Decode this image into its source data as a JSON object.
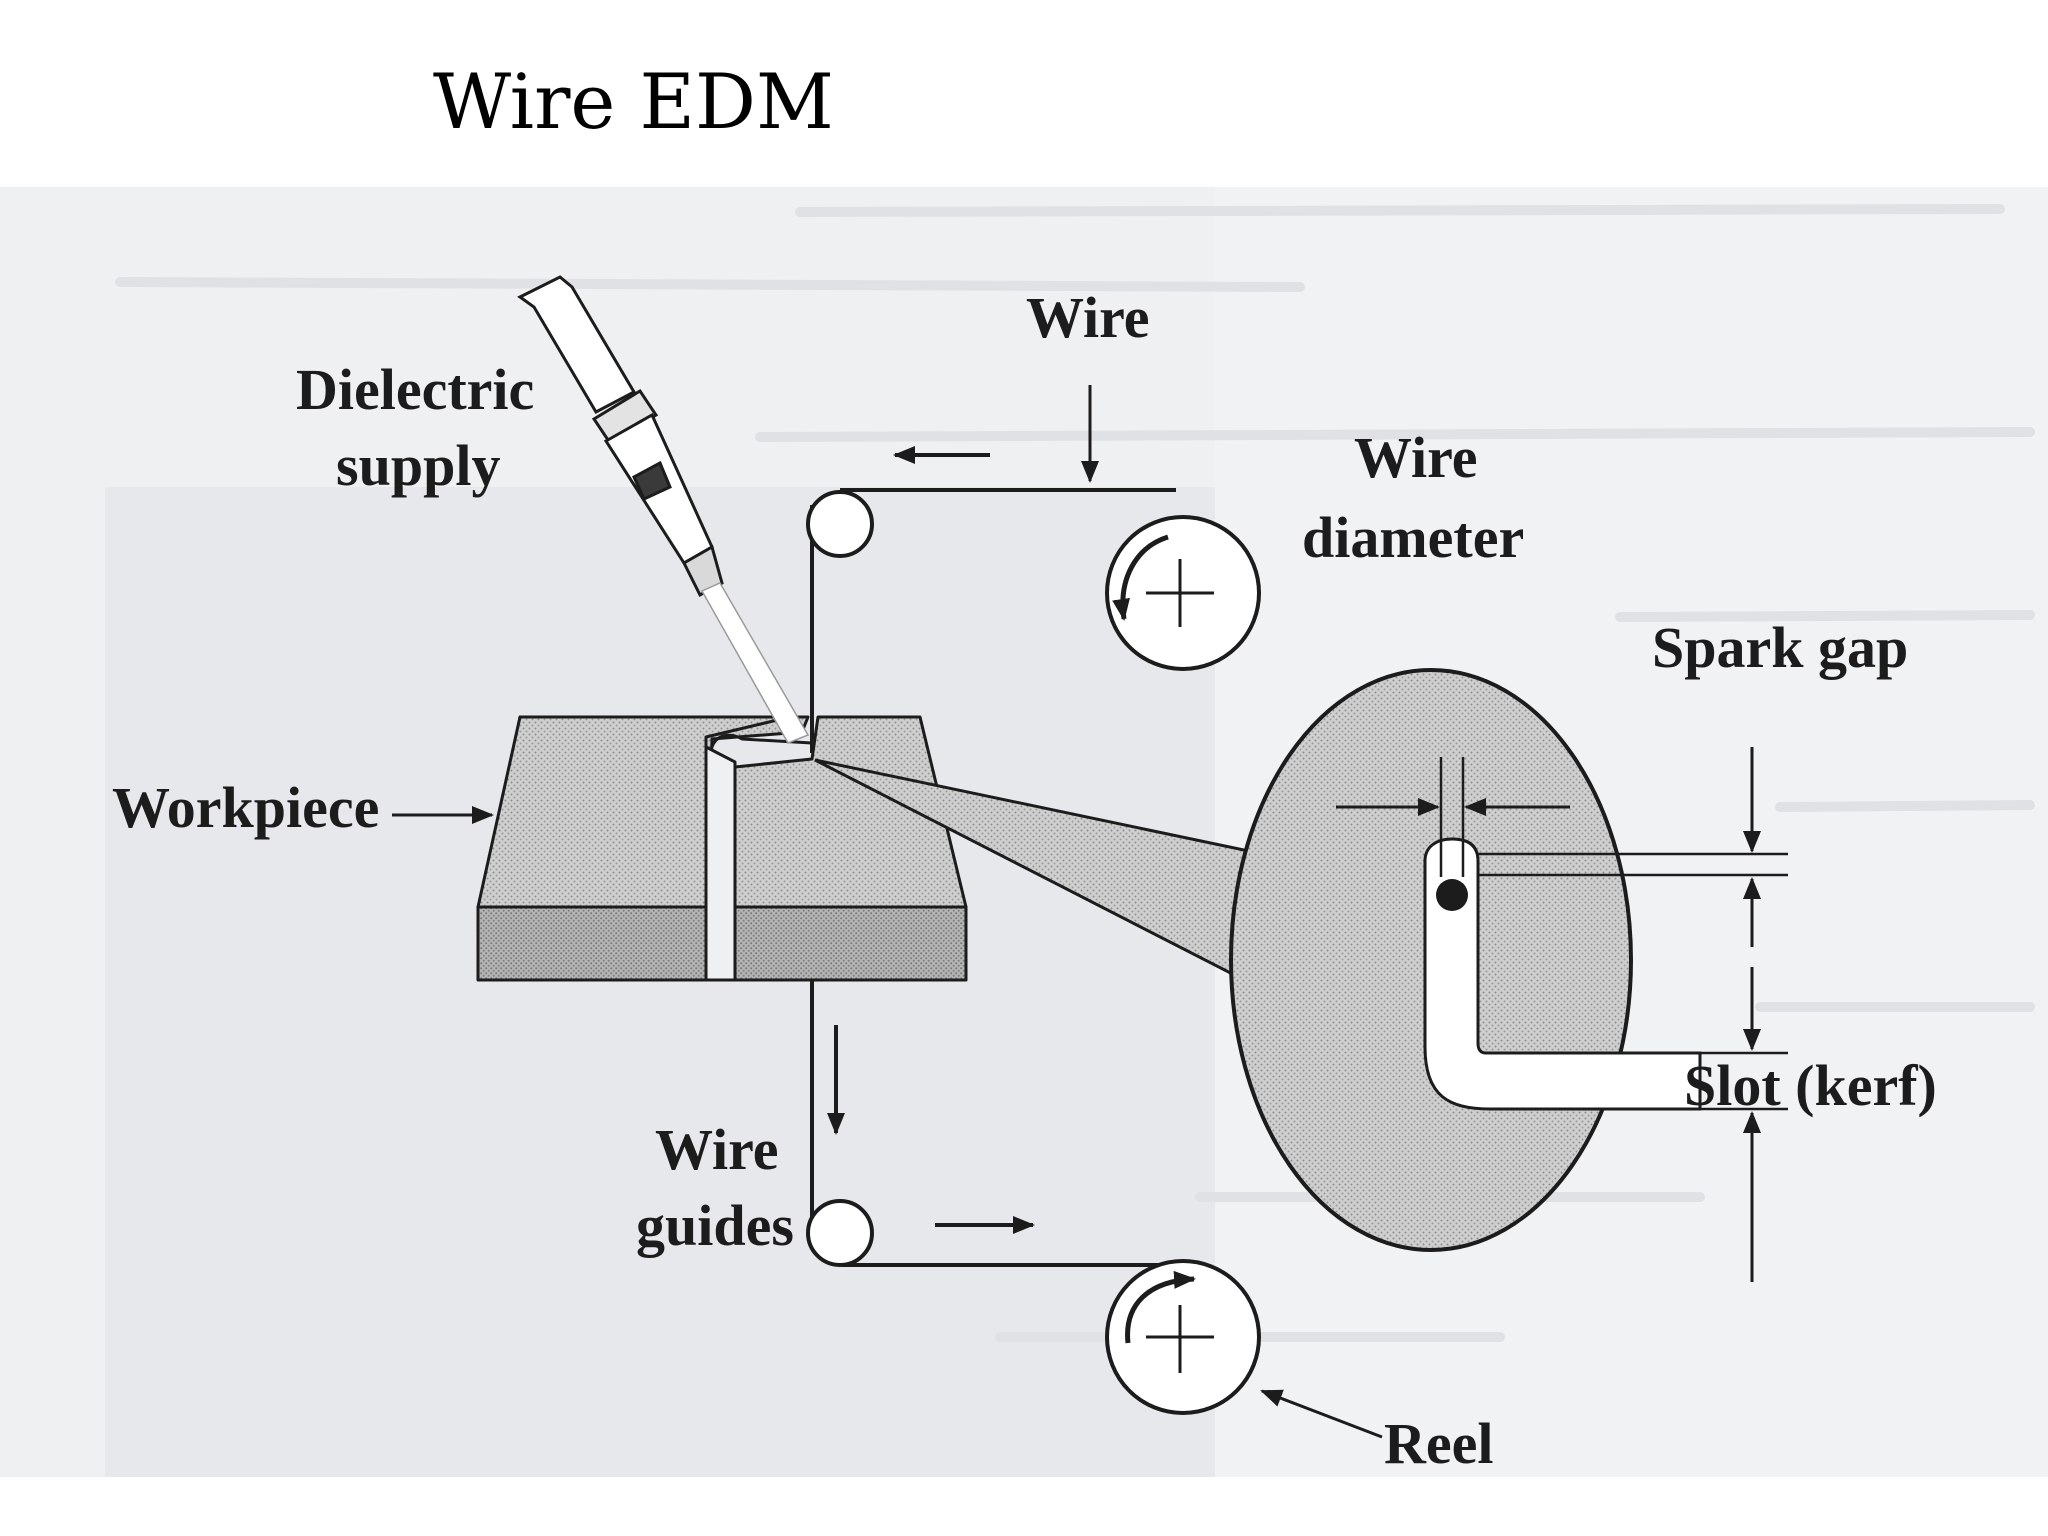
{
  "title": "Wire EDM",
  "diagram": {
    "labels": {
      "dielectric_line1": "Dielectric",
      "dielectric_line2": "supply",
      "wire_top": "Wire",
      "wire_diameter_line1": "Wire",
      "wire_diameter_line2": "diameter",
      "spark_gap": "Spark gap",
      "workpiece": "Workpiece",
      "slot_kerf": "Slot (kerf)",
      "wire_guides_line1": "Wire",
      "wire_guides_line2": "guides",
      "reel": "Reel"
    },
    "colors": {
      "panel_background": "#eff0f2",
      "panel_left_shade": "#e8e9ec",
      "hatched_fill": "#c9c9c9",
      "hatched_dark": "#a9a9a9",
      "ink": "#1c1c1c",
      "ghost_text": "#d3d5d9"
    }
  }
}
